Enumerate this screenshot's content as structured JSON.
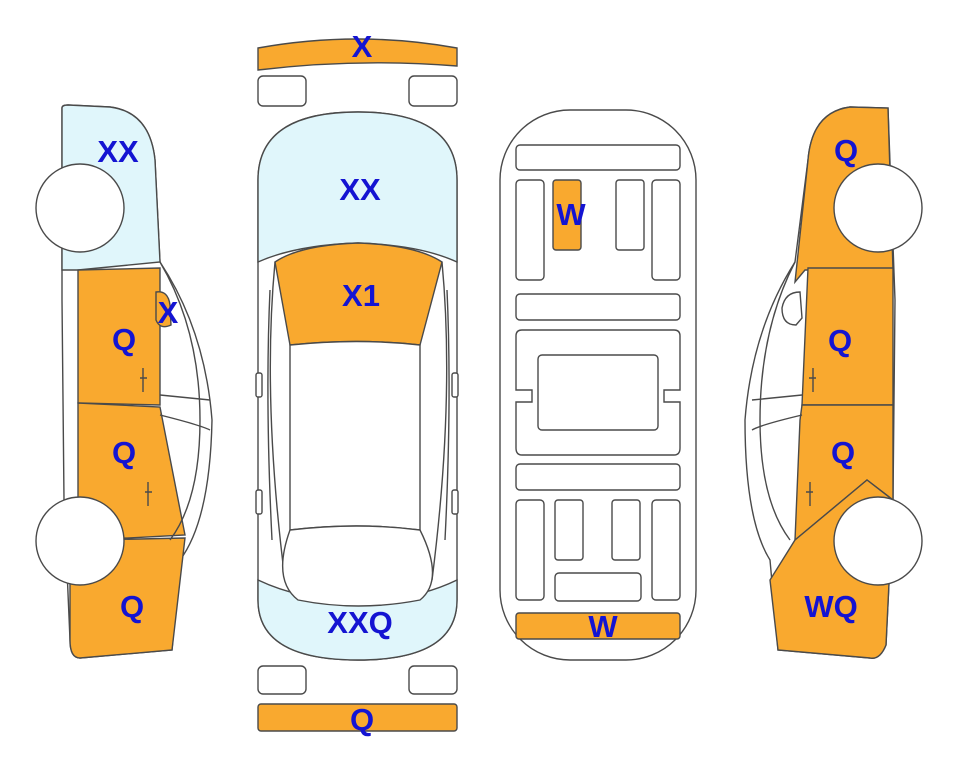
{
  "colors": {
    "damaged": "#f9a92f",
    "glass": "#e0f6fb",
    "outline": "#4a4a4a",
    "code_text": "#1414d2",
    "background": "#ffffff"
  },
  "labels": {
    "front_bumper": "X",
    "windshield": "XX",
    "hood": "X1",
    "rear_window": "XXQ",
    "rear_bumper": "Q",
    "left_window_front": "XX",
    "left_mirror": "X",
    "left_front_door": "Q",
    "left_rear_door": "Q",
    "left_rear_quarter": "Q",
    "floor_front_item": "W",
    "floor_rear_item": "W",
    "right_front_fender": "Q",
    "right_front_door": "Q",
    "right_rear_door": "Q",
    "right_rear_quarter": "WQ"
  }
}
